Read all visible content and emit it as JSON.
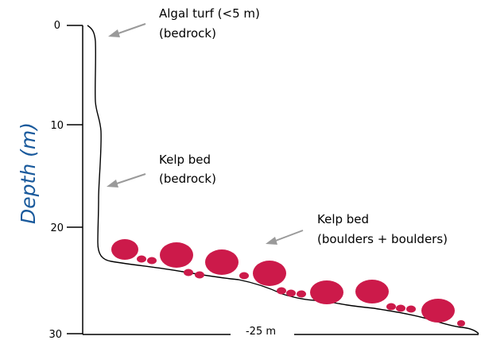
{
  "y_axis": {
    "title": "Depth (m)",
    "ticks": [
      "0",
      "10",
      "20",
      "30"
    ]
  },
  "x_axis": {
    "label": "-25 m"
  },
  "annotations": [
    {
      "line1": "Algal turf (<5 m)",
      "line2": "(bedrock)"
    },
    {
      "line1": "Kelp bed",
      "line2": "(bedrock)"
    },
    {
      "line1": "Kelp bed",
      "line2": "(boulders + boulders)"
    }
  ],
  "colors": {
    "boulder": "#cc1a4a",
    "axis_title": "#1a5a9c",
    "arrow": "#9a9a9a"
  }
}
